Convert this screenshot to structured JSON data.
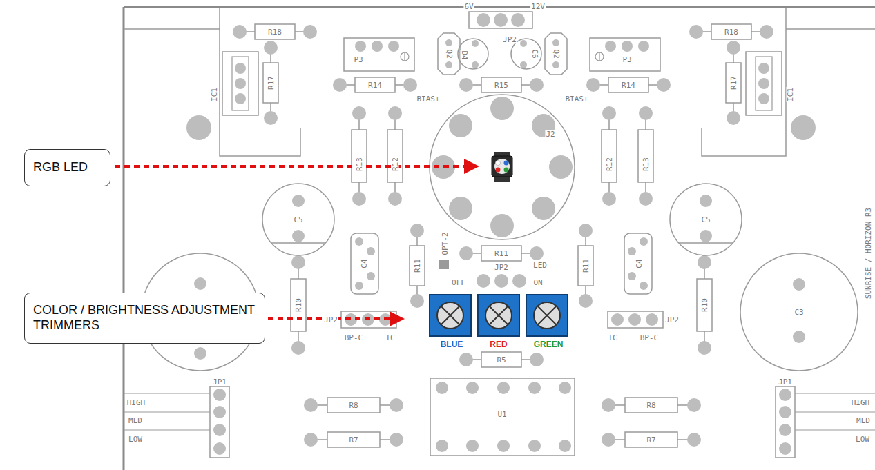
{
  "diagram": {
    "nodes": [
      {
        "text": [
          "RGB LED"
        ]
      },
      {
        "text": [
          "COLOR / BRIGHTNESS ADJUSTMENT TRIMMERS"
        ]
      }
    ],
    "labels": [
      "6V",
      "12V",
      "JP2",
      "R18",
      "R18",
      "P3",
      "P3",
      "Q2",
      "D4",
      "C6",
      "Q2",
      "IC1",
      "R17",
      "R14",
      "R15",
      "R14",
      "R17",
      "IC1",
      "BIAS+",
      "BIAS+",
      "J2",
      "R13",
      "R12",
      "R12",
      "R13",
      "SUNRISE / HORIZON R3",
      "C5",
      "C5",
      "OPT-2",
      "C4",
      "R11",
      "R11",
      "LED",
      "JP2",
      "R11",
      "C4",
      "OFF",
      "ON",
      "R10",
      "JP2",
      "BP-C",
      "TC",
      "BLUE",
      "RED",
      "GREEN",
      "R5",
      "TC",
      "BP-C",
      "JP2",
      "R10",
      "C3",
      "JP1",
      "JP1",
      "HIGH",
      "HIGH",
      "MED",
      "MED",
      "LOW",
      "LOW",
      "R8",
      "U1",
      "R8",
      "R7",
      "R7"
    ]
  }
}
